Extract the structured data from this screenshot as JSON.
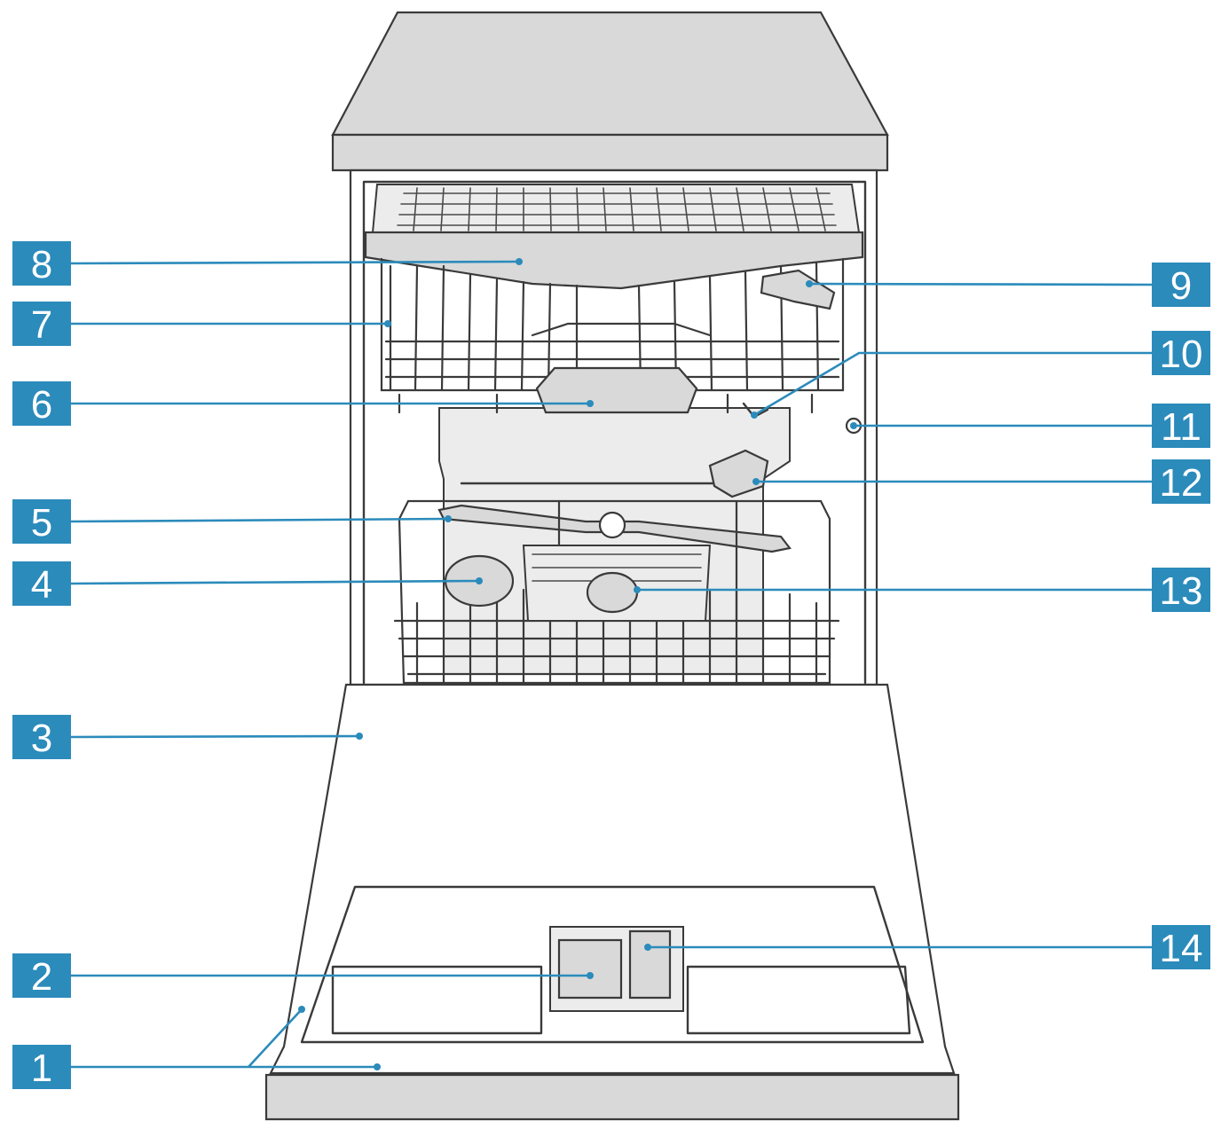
{
  "colors": {
    "callout_fill": "#2b8bbb",
    "callout_text": "#ffffff",
    "leader_line": "#2b8bbb",
    "line_art": "#3a3a3a",
    "panel_grey": "#d9d9d9"
  },
  "callouts": [
    {
      "id": "1",
      "label": "1",
      "side": "left"
    },
    {
      "id": "2",
      "label": "2",
      "side": "left"
    },
    {
      "id": "3",
      "label": "3",
      "side": "left"
    },
    {
      "id": "4",
      "label": "4",
      "side": "left"
    },
    {
      "id": "5",
      "label": "5",
      "side": "left"
    },
    {
      "id": "6",
      "label": "6",
      "side": "left"
    },
    {
      "id": "7",
      "label": "7",
      "side": "left"
    },
    {
      "id": "8",
      "label": "8",
      "side": "left"
    },
    {
      "id": "9",
      "label": "9",
      "side": "right"
    },
    {
      "id": "10",
      "label": "10",
      "side": "right"
    },
    {
      "id": "11",
      "label": "11",
      "side": "right"
    },
    {
      "id": "12",
      "label": "12",
      "side": "right"
    },
    {
      "id": "13",
      "label": "13",
      "side": "right"
    },
    {
      "id": "14",
      "label": "14",
      "side": "right"
    }
  ]
}
